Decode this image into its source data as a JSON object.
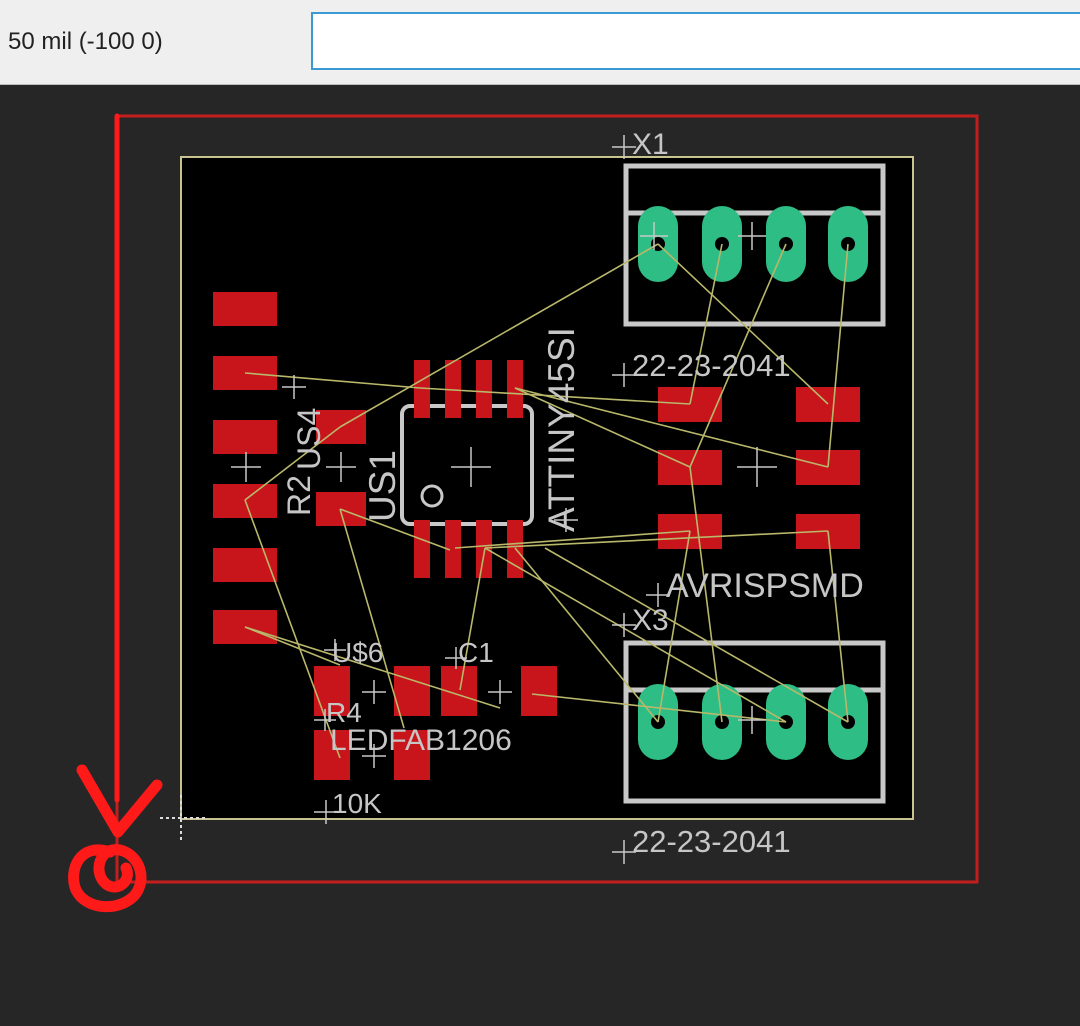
{
  "toolbar": {
    "coordinate_readout": "50 mil (-100 0)",
    "command_value": "",
    "command_placeholder": ""
  },
  "board": {
    "labels": {
      "x1": "X1",
      "x1_value": "22-23-2041",
      "x3": "X3",
      "x3_value": "22-23-2041",
      "avrisp": "AVRISPSMD",
      "ic_name": "US1",
      "ic_value": "ATTINY45SI",
      "r2": "R2",
      "us4": "US4",
      "us6": "U$6",
      "c1": "C1",
      "r4": "R4",
      "led": "LEDFAB1206",
      "r_value": "10K"
    },
    "colors": {
      "background": "#262626",
      "board_fill": "#000000",
      "board_outline": "#c9c38f",
      "dimension_outline": "#c41d1d",
      "smd_pad": "#c8141b",
      "th_pad": "#2dbd85",
      "airwire": "#b9b86a",
      "silkscreen": "#c8c8c8",
      "annotation": "#ff1a1a"
    }
  }
}
